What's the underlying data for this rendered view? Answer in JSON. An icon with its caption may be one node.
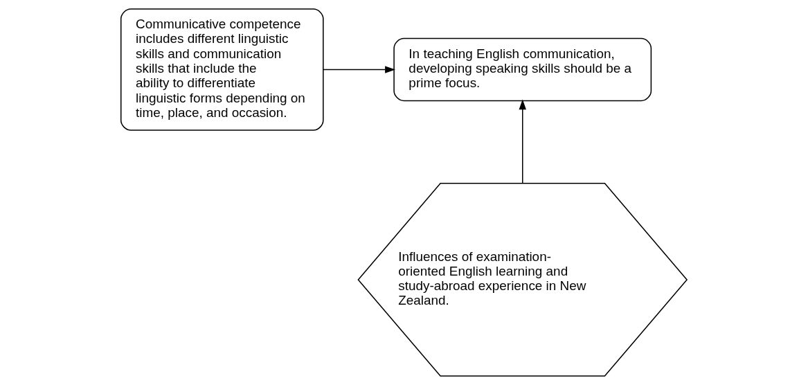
{
  "diagram": {
    "nodes": [
      {
        "text": [
          "Communicative competence includes different linguistic skills and communication skills that include the ability to differentiate linguistic forms depending on time, place, and occasion."
        ]
      },
      {
        "text": [
          "In teaching English communication, developing speaking skills should be a prime focus."
        ]
      },
      {
        "text": [
          "Influences of examination-oriented English learning and study-abroad experience in New Zealand."
        ]
      }
    ],
    "edges": [
      {
        "from": 0,
        "to": 1,
        "arrow": "to"
      },
      {
        "from": 2,
        "to": 1,
        "arrow": "to"
      }
    ]
  }
}
